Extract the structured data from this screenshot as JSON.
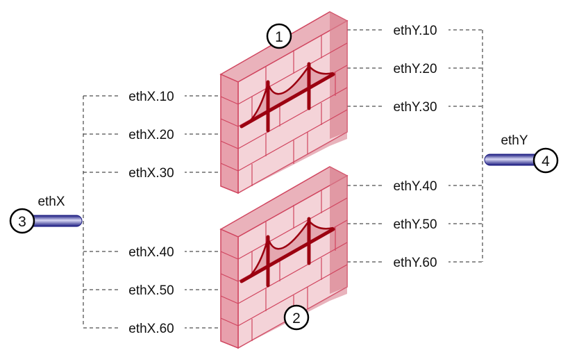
{
  "colors": {
    "firewall": "#e8a0ac",
    "firewall_edge": "#d0455f",
    "bridge": "#9b0010",
    "cable": "#2a2a9a"
  },
  "left_interface": {
    "label": "ethX",
    "badge": "3",
    "subinterfaces": [
      "ethX.10",
      "ethX.20",
      "ethX.30",
      "ethX.40",
      "ethX.50",
      "ethX.60"
    ]
  },
  "right_interface": {
    "label": "ethY",
    "badge": "4",
    "subinterfaces": [
      "ethY.10",
      "ethY.20",
      "ethY.30",
      "ethY.40",
      "ethY.50",
      "ethY.60"
    ]
  },
  "firewalls": [
    {
      "badge": "1",
      "icon": "bridge-firewall-icon"
    },
    {
      "badge": "2",
      "icon": "bridge-firewall-icon"
    }
  ]
}
